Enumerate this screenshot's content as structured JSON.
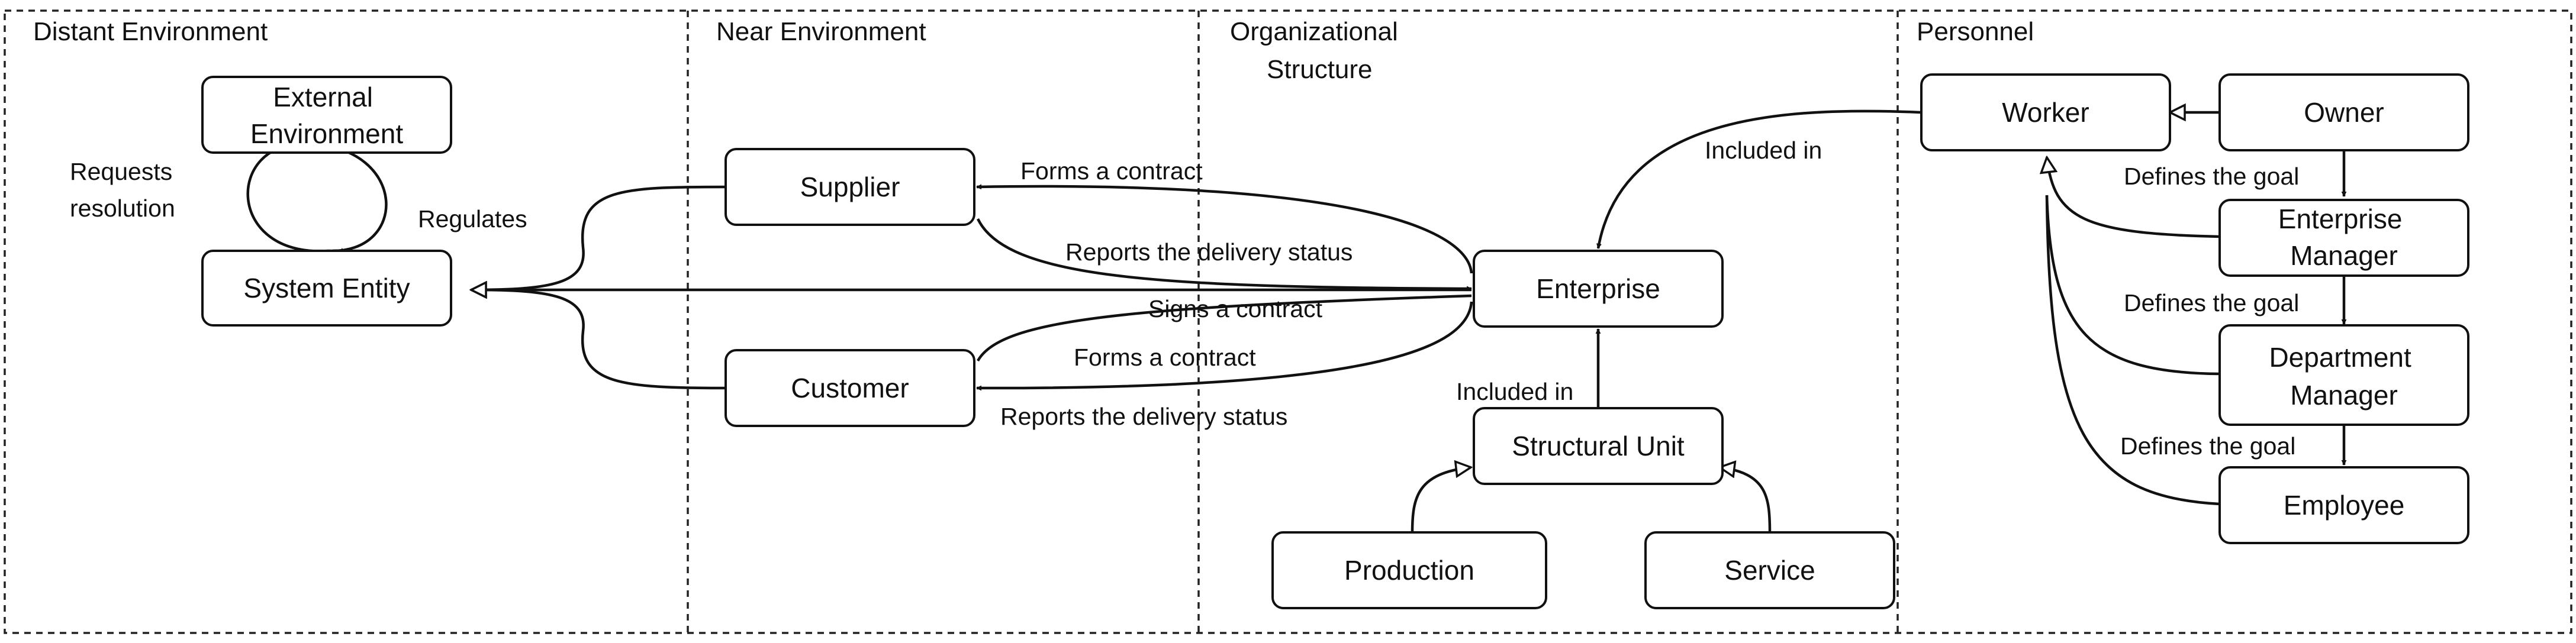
{
  "lanes": [
    {
      "id": "distant",
      "title": "Distant Environment"
    },
    {
      "id": "near",
      "title": "Near Environment"
    },
    {
      "id": "org",
      "title_lines": [
        "Organizational",
        "Structure"
      ]
    },
    {
      "id": "personnel",
      "title": "Personnel"
    }
  ],
  "nodes": {
    "external_environment": [
      "External",
      "Environment"
    ],
    "system_entity": "System Entity",
    "supplier": "Supplier",
    "customer": "Customer",
    "enterprise": "Enterprise",
    "structural_unit": "Structural Unit",
    "production": "Production",
    "service": "Service",
    "worker": "Worker",
    "owner": "Owner",
    "enterprise_manager": [
      "Enterprise",
      "Manager"
    ],
    "department_manager": [
      "Department",
      "Manager"
    ],
    "employee": "Employee"
  },
  "edges": {
    "requests_resolution": [
      "Requests",
      "resolution"
    ],
    "regulates": "Regulates",
    "forms_contract_supplier": "Forms a contract",
    "reports_delivery_supplier": "Reports the delivery status",
    "signs_contract": "Signs a contract",
    "forms_contract_customer": "Forms a contract",
    "reports_delivery_customer": "Reports the delivery status",
    "included_in_worker": "Included in",
    "included_in_unit": "Included in",
    "defines_goal_1": "Defines the goal",
    "defines_goal_2": "Defines the goal",
    "defines_goal_3": "Defines the goal"
  }
}
